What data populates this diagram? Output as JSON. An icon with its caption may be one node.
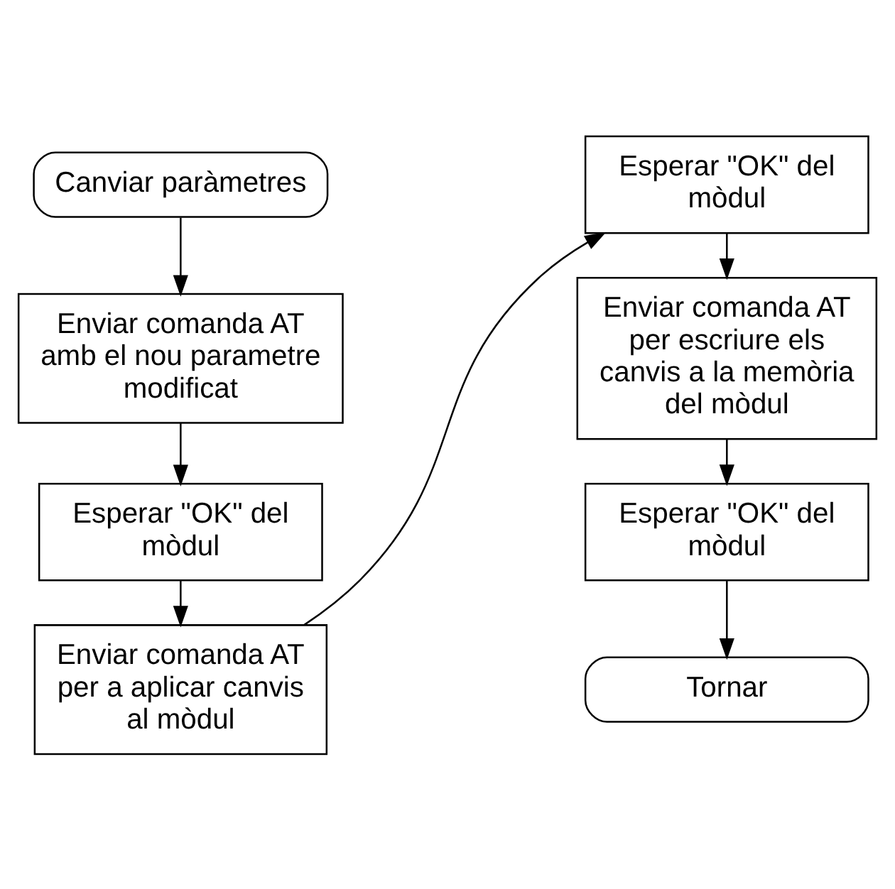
{
  "diagram": {
    "nodes": [
      {
        "text": [
          "Canviar paràmetres"
        ]
      },
      {
        "text": [
          "Enviar comanda AT amb el nou parametre modificat"
        ]
      },
      {
        "text": [
          "Esperar \"OK\" del mòdul"
        ]
      },
      {
        "text": [
          "Enviar comanda AT per a aplicar canvis al mòdul"
        ]
      },
      {
        "text": [
          "Esperar \"OK\" del mòdul"
        ]
      },
      {
        "text": [
          "Enviar comanda AT per escriure els canvis a la memòria del mòdul"
        ]
      },
      {
        "text": [
          "Esperar \"OK\" del mòdul"
        ]
      },
      {
        "text": [
          "Tornar"
        ]
      }
    ],
    "edges": [
      {
        "from": 0,
        "to": 1,
        "arrow": "to"
      },
      {
        "from": 1,
        "to": 2,
        "arrow": "to"
      },
      {
        "from": 2,
        "to": 3,
        "arrow": "to"
      },
      {
        "from": 3,
        "to": 4,
        "arrow": "to"
      },
      {
        "from": 4,
        "to": 5,
        "arrow": "to"
      },
      {
        "from": 5,
        "to": 6,
        "arrow": "to"
      },
      {
        "from": 6,
        "to": 7,
        "arrow": "to"
      }
    ]
  }
}
